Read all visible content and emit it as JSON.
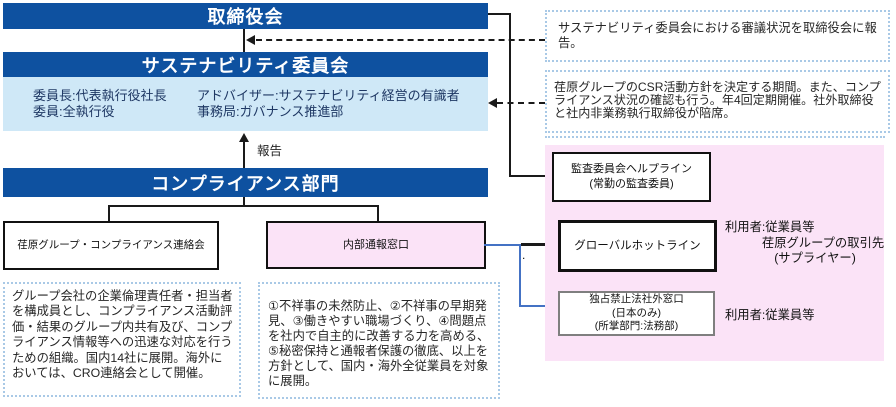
{
  "nodes": {
    "board": "取締役会",
    "sustainability_committee": "サステナビリティ委員会",
    "committee_detail_left": "委員長:代表執行役社長\n委員:全執行役",
    "committee_detail_right": "アドバイザー:サステナビリティ経営の有識者\n事務局:ガバナンス推進部",
    "report_arrow_label": "報告",
    "compliance_division": "コンプライアンス部門",
    "group_liaison": "荏原グループ・コンプライアンス連絡会",
    "internal_report_desk": "内部通報窓口",
    "audit_helpline": "監査委員会ヘルプライン\n(常勤の監査委員)",
    "global_hotline": "グローバルホットライン",
    "antimonopoly_desk": "独占禁止法社外窓口\n(日本のみ)\n(所掌部門:法務部)"
  },
  "annotations": {
    "board_report_note": "サステナビリティ委員会における審議状況を取締役会に報告。",
    "board_role_note": "荏原グループのCSR活動方針を決定する期間。また、コンプライアンス状況の確認も行う。年4回定期開催。社外取締役と社内非業務執行取締役が陪席。",
    "liaison_note": "グループ会社の企業倫理責任者・担当者を構成員とし、コンプライアンス活動評価・結果のグループ内共有及び、コンプライアンス情報等への迅速な対応を行うための組織。国内14社に展開。海外においては、CRO連絡会として開催。",
    "hotline_note": "①不祥事の未然防止、②不祥事の早期発見、③働きやすい職場づくり、④問題点を社内で自主的に改善する力を高める、⑤秘密保持と通報者保護の徹底、以上を方針として、国内・海外全従業員を対象に展開。",
    "global_hotline_users": "利用者:従業員等\n　　　荏原グループの取引先\n　　　　(サプライヤー)",
    "antimonopoly_users": "利用者:従業員等",
    "stray_dot": "."
  },
  "colors": {
    "bar_blue": "#0e51a0",
    "light_blue": "#cfe8f7",
    "pink": "#fbe3f7",
    "connector_blue": "#4472c4",
    "dotted_border": "#a9c9e6",
    "detail_text": "#1f3864"
  }
}
